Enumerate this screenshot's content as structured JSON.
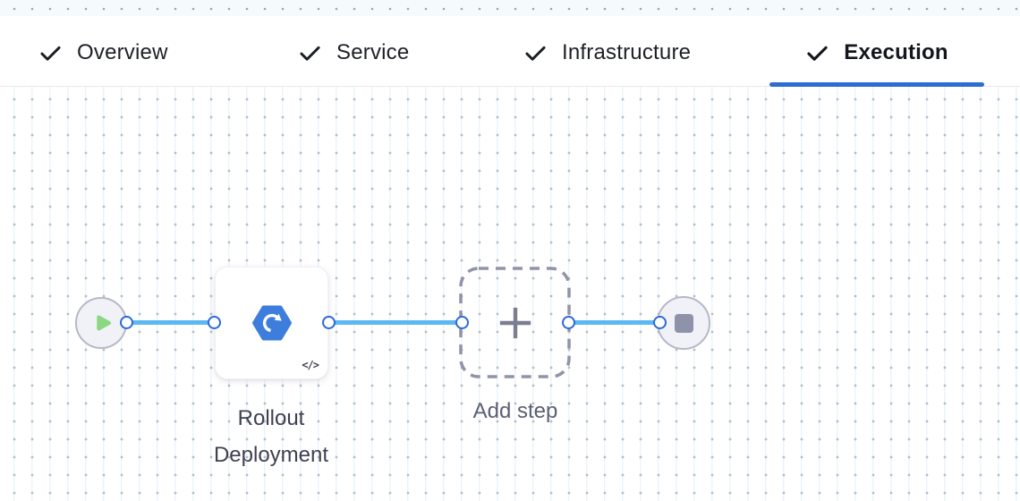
{
  "tabs": [
    {
      "label": "Overview",
      "completed": true,
      "active": false
    },
    {
      "label": "Service",
      "completed": true,
      "active": false
    },
    {
      "label": "Infrastructure",
      "completed": true,
      "active": false
    },
    {
      "label": "Execution",
      "completed": true,
      "active": true
    }
  ],
  "pipeline": {
    "start": {
      "icon": "play"
    },
    "steps": [
      {
        "label": "Rollout Deployment",
        "icon": "rolling-deployment-hexagon",
        "badge": "</>"
      }
    ],
    "add_step": {
      "label": "Add step",
      "icon": "plus"
    },
    "end": {
      "icon": "stop"
    }
  },
  "colors": {
    "active_tab_underline": "#2e6cd2",
    "connector_line": "#5cb8f3",
    "port_ring": "#2b6ad8",
    "play_triangle": "#8cd783",
    "step_icon_blue": "#3d7edd",
    "stop_square": "#8f93aa",
    "canvas_dot": "#b3bec9"
  }
}
